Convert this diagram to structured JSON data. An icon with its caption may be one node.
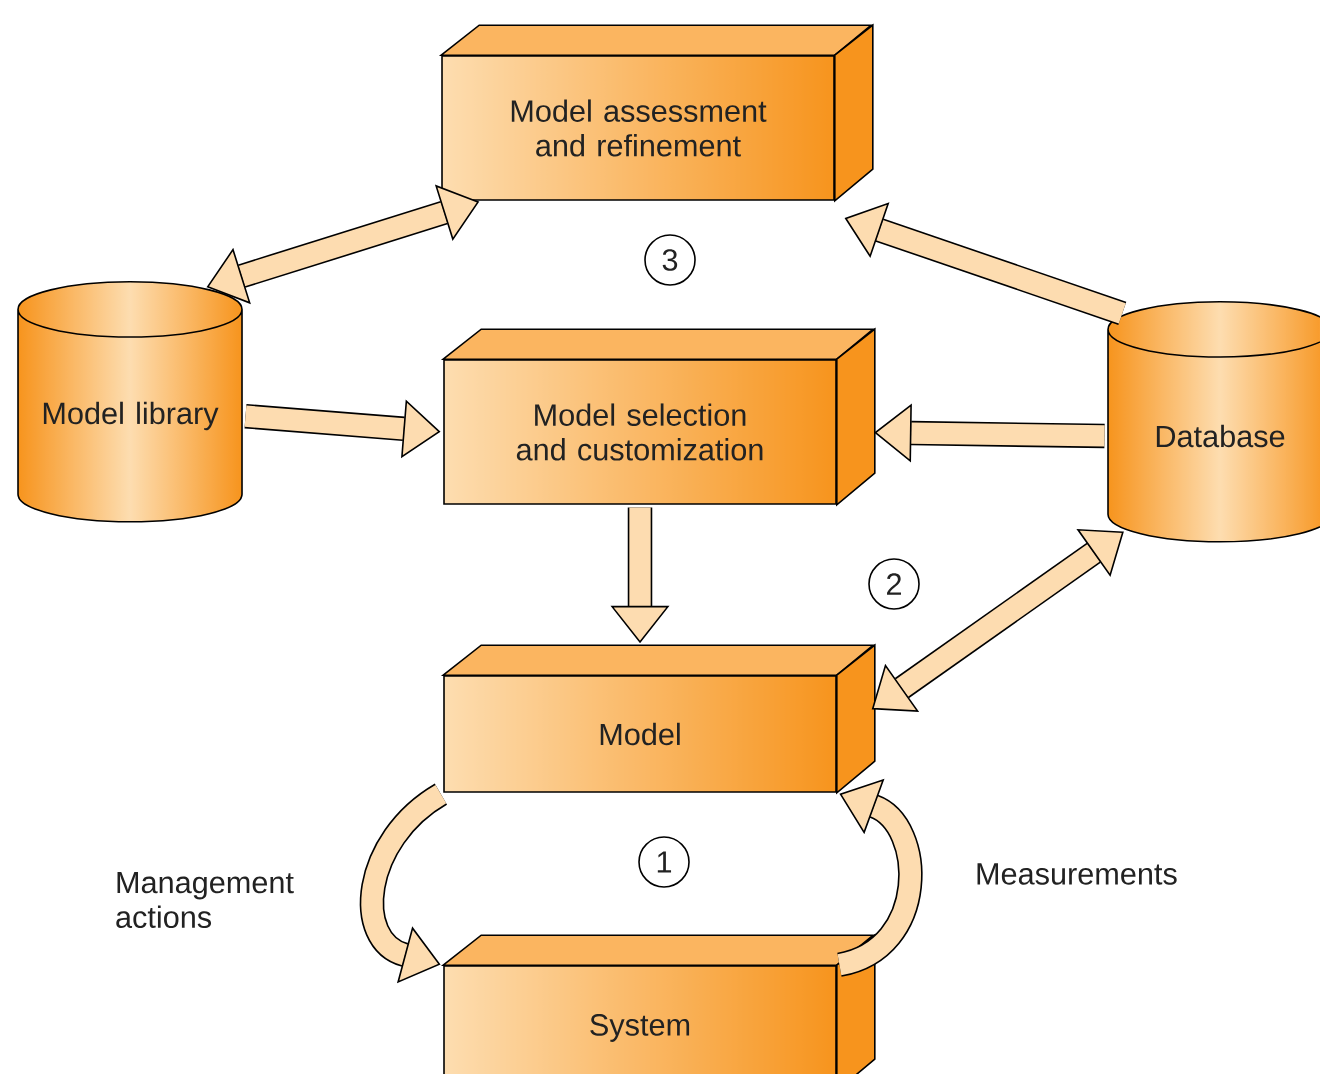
{
  "diagram": {
    "nodes": [
      {
        "text": [
          "Model assessment and refinement"
        ]
      },
      {
        "text": [
          "Model library"
        ]
      },
      {
        "text": [
          "Model selection and customization"
        ]
      },
      {
        "text": [
          "Database"
        ]
      },
      {
        "text": [
          "Model"
        ]
      },
      {
        "text": [
          "System"
        ]
      }
    ],
    "edges": [
      {
        "from": 1,
        "to": 0,
        "arrow": "both"
      },
      {
        "from": 3,
        "to": 0,
        "arrow": "to"
      },
      {
        "from": 1,
        "to": 2,
        "arrow": "to"
      },
      {
        "from": 3,
        "to": 2,
        "arrow": "to"
      },
      {
        "from": 2,
        "to": 4,
        "arrow": "to"
      },
      {
        "from": 3,
        "to": 4,
        "arrow": "both"
      },
      {
        "from": 4,
        "to": 5,
        "arrow": "to",
        "label": "Management actions"
      },
      {
        "from": 5,
        "to": 4,
        "arrow": "to",
        "label": "Measurements"
      }
    ],
    "labels": [
      "3",
      "2",
      "1"
    ]
  }
}
